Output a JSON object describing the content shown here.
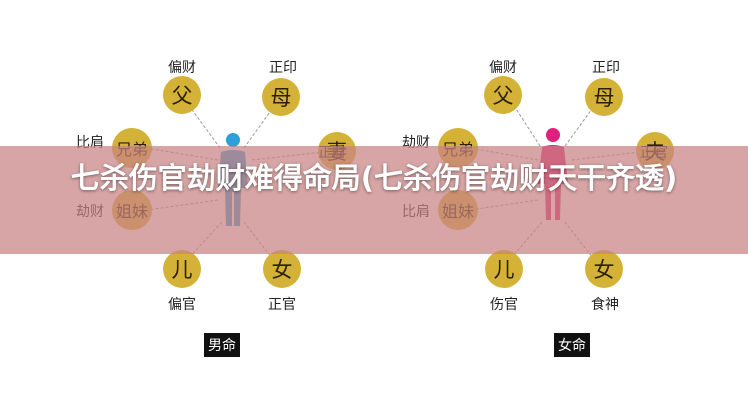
{
  "title": "七杀伤官劫财难得命局(七杀伤官劫财天干齐透)",
  "colors": {
    "male_person": "#2f9fd8",
    "female_person": "#e0207f",
    "node_fill": "#d4b237",
    "banner": "#c88282"
  },
  "male_chart": {
    "tag": "男命",
    "nodes": [
      {
        "char": "父",
        "label": "偏财"
      },
      {
        "char": "母",
        "label": "正印"
      },
      {
        "char": "兄弟",
        "label": "比肩"
      },
      {
        "char": "姐妹",
        "label": "劫财"
      },
      {
        "char": "妻",
        "label": "正财"
      },
      {
        "char": "儿",
        "label": "偏官"
      },
      {
        "char": "女",
        "label": "正官"
      }
    ]
  },
  "female_chart": {
    "tag": "女命",
    "nodes": [
      {
        "char": "父",
        "label": "偏财"
      },
      {
        "char": "母",
        "label": "正印"
      },
      {
        "char": "兄弟",
        "label": "劫财"
      },
      {
        "char": "姐妹",
        "label": "比肩"
      },
      {
        "char": "夫",
        "label": "正官"
      },
      {
        "char": "儿",
        "label": "伤官"
      },
      {
        "char": "女",
        "label": "食神"
      }
    ]
  }
}
